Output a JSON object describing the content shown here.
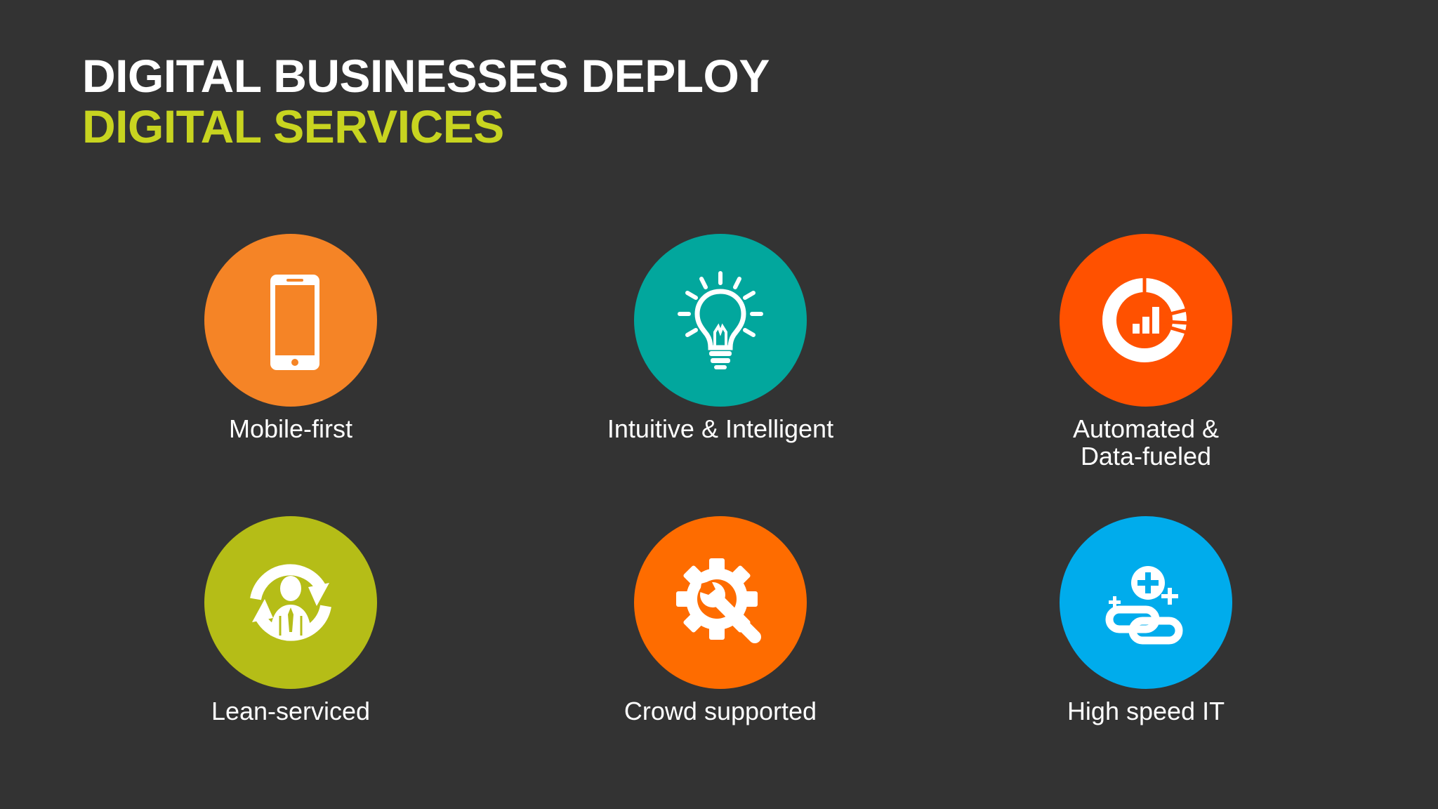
{
  "slide": {
    "title_line1": "DIGITAL BUSINESSES DEPLOY",
    "title_line2": "DIGITAL SERVICES",
    "title_color": "#ffffff",
    "accent_color": "#c8d420",
    "background_color": "#333333"
  },
  "features": [
    {
      "label": "Mobile-first",
      "icon": "smartphone-icon",
      "color": "#f58426"
    },
    {
      "label": "Intuitive & Intelligent",
      "icon": "lightbulb-icon",
      "color": "#02a79d"
    },
    {
      "label": "Automated &\nData-fueled",
      "icon": "donut-chart-icon",
      "color": "#ff5100"
    },
    {
      "label": "Lean-serviced",
      "icon": "person-cycle-icon",
      "color": "#b5bd17"
    },
    {
      "label": "Crowd supported",
      "icon": "gear-wrench-icon",
      "color": "#fe6c00"
    },
    {
      "label": "High speed IT",
      "icon": "link-add-icon",
      "color": "#00acec"
    }
  ]
}
